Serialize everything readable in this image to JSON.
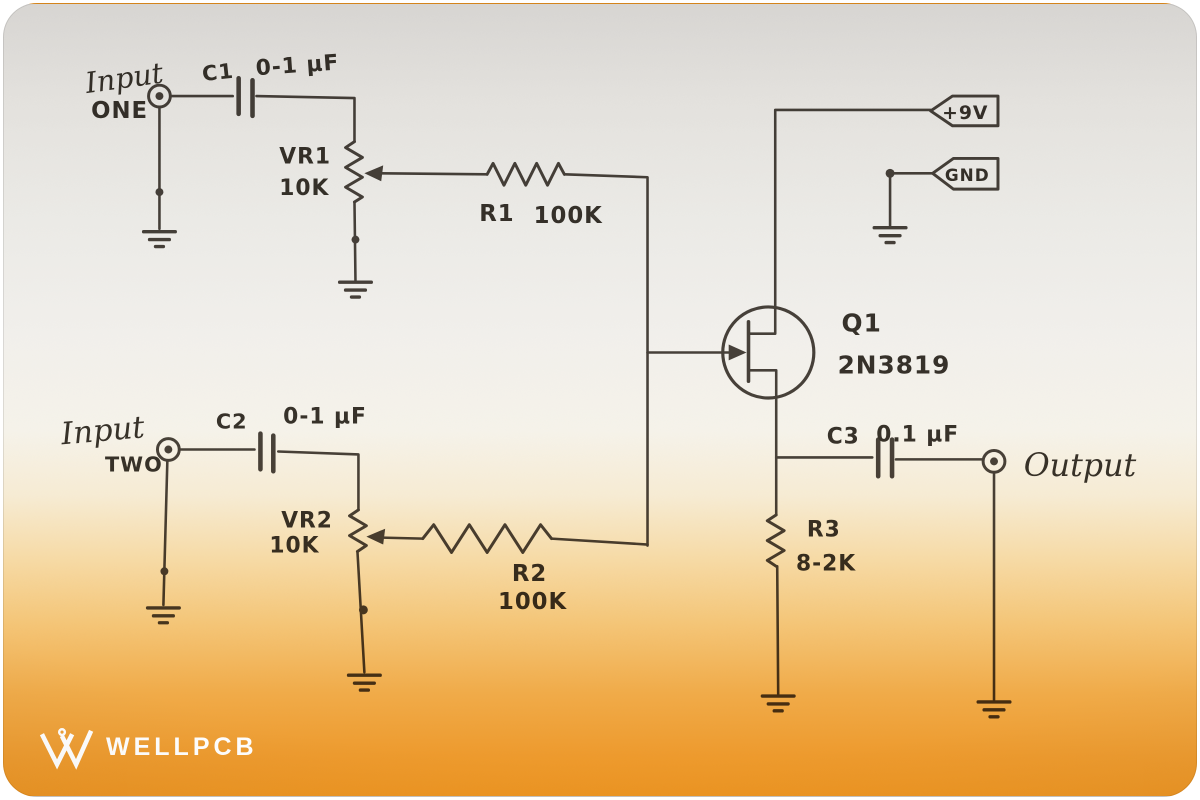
{
  "canvas": {
    "ink_color": "#4a443e",
    "paper_top_color": "#d8d6d3",
    "paper_bottom_color": "#ed9420"
  },
  "labels": {
    "input_one": {
      "line1": "Input",
      "line2": "ONE"
    },
    "input_two": {
      "line1": "Input",
      "line2": "TWO"
    },
    "output": "Output",
    "vcc": "+9V",
    "gnd": "GND"
  },
  "components": {
    "c1": {
      "ref": "C1",
      "value": "0-1 µF"
    },
    "vr1": {
      "ref": "VR1",
      "value": "10K"
    },
    "r1": {
      "ref": "R1",
      "value": "100K"
    },
    "c2": {
      "ref": "C2",
      "value": "0-1 µF"
    },
    "vr2": {
      "ref": "VR2",
      "value": "10K"
    },
    "r2": {
      "ref": "R2",
      "value": "100K"
    },
    "q1": {
      "ref": "Q1",
      "value": "2N3819"
    },
    "c3": {
      "ref": "C3",
      "value": "0.1 µF"
    },
    "r3": {
      "ref": "R3",
      "value": "8-2K"
    }
  },
  "watermark": {
    "brand": "WELLPCB"
  }
}
